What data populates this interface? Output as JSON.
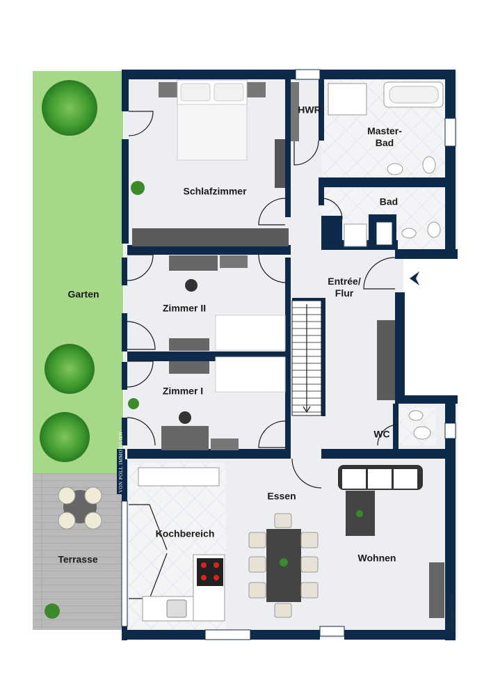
{
  "rooms": {
    "garten": "Garten",
    "terrasse": "Terrasse",
    "schlafzimmer": "Schlafzimmer",
    "hwr": "HWR",
    "master_bad_line1": "Master-",
    "master_bad_line2": "Bad",
    "bad": "Bad",
    "entree_line1": "Entrée/",
    "entree_line2": "Flur",
    "zimmer2": "Zimmer II",
    "zimmer1": "Zimmer I",
    "wc": "WC",
    "essen": "Essen",
    "kochbereich": "Kochbereich",
    "wohnen": "Wohnen"
  },
  "credits": {
    "brand_logo_text": "VON POLL IMMOBILIEN",
    "watermark": "immogrundriss"
  },
  "colors": {
    "wall": "#0e2a4a",
    "floor": "#eceef2",
    "garden": "#a6d987",
    "terrace": "#b7b7b7",
    "furniture_dark": "#555555",
    "tile_line": "#cfd3da"
  },
  "icons": {
    "entrance": "entrance-arrow-icon",
    "plant": "plant-icon",
    "tree": "tree-icon"
  }
}
